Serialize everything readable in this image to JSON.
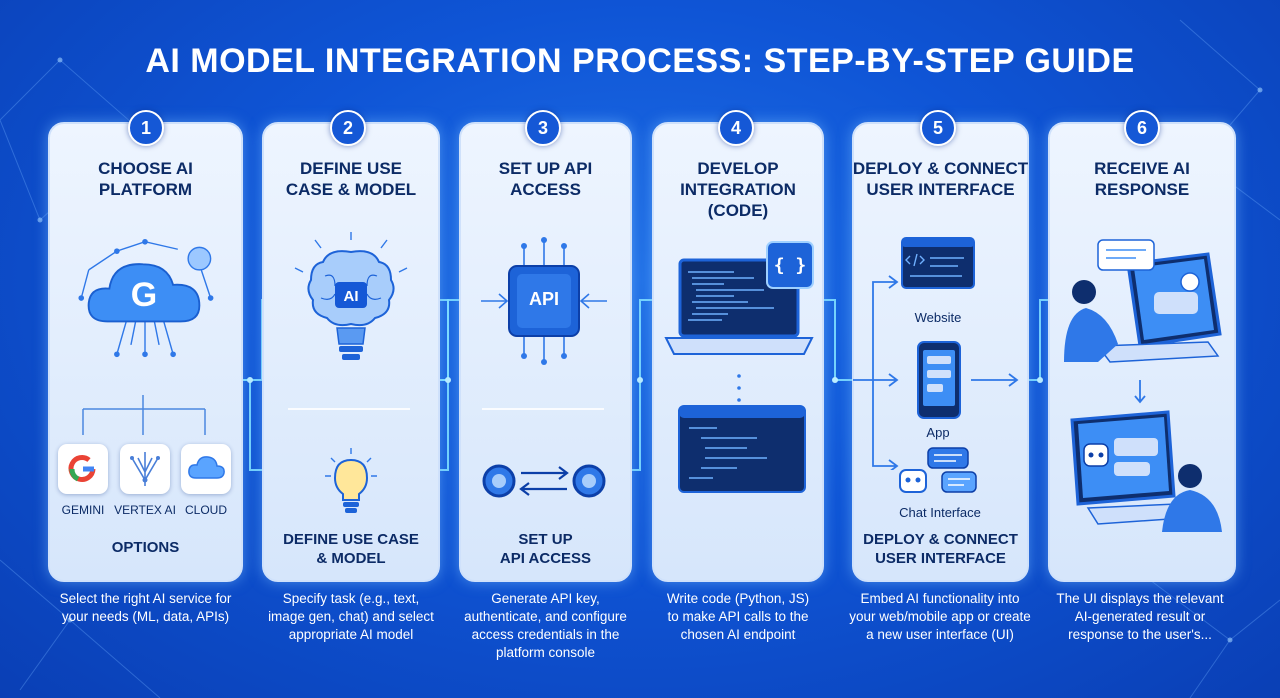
{
  "title": "AI MODEL INTEGRATION PROCESS: STEP-BY-STEP GUIDE",
  "steps": [
    {
      "number": "1",
      "title_lines": [
        "CHOOSE AI",
        "PLATFORM"
      ],
      "hub_letter": "G",
      "options": [
        "GEMINI",
        "VERTEX AI",
        "CLOUD"
      ],
      "options_label": "OPTIONS",
      "desc_lines": [
        "Select the right AI service for",
        "your needs (ML, data, APIs)"
      ]
    },
    {
      "number": "2",
      "title_lines": [
        "DEFINE USE",
        "CASE & MODEL"
      ],
      "icon_text": "AI",
      "sub_lines": [
        "DEFINE USE CASE",
        "& MODEL"
      ],
      "desc_lines": [
        "Specify task (e.g., text,",
        "image gen, chat) and select",
        "appropriate AI model"
      ]
    },
    {
      "number": "3",
      "title_lines": [
        "SET UP API",
        "ACCESS"
      ],
      "icon_text": "API",
      "sub_lines": [
        "SET UP",
        "API ACCESS"
      ],
      "desc_lines": [
        "Generate API key,",
        "authenticate, and configure",
        "access credentials in the",
        "platform console"
      ]
    },
    {
      "number": "4",
      "title_lines": [
        "DEVELOP",
        "INTEGRATION",
        "(CODE)"
      ],
      "code_badge": "{ }",
      "desc_lines": [
        "Write code (Python, JS)",
        "to make API calls to the",
        "chosen AI endpoint"
      ]
    },
    {
      "number": "5",
      "title_lines": [
        "DEPLOY & CONNECT",
        "USER INTERFACE"
      ],
      "channels": [
        "Website",
        "App",
        "Chat Interface"
      ],
      "sub_lines": [
        "DEPLOY & CONNECT",
        "USER INTERFACE"
      ],
      "desc_lines": [
        "Embed AI functionality into",
        "your web/mobile app or create",
        "a new user interface (UI)"
      ]
    },
    {
      "number": "6",
      "title_lines": [
        "RECEIVE AI",
        "RESPONSE"
      ],
      "desc_lines": [
        "The UI displays the relevant",
        "AI-generated result or",
        "response to the user's..."
      ]
    }
  ],
  "colors": {
    "background": "#0f55d6",
    "card": "#e3eefc",
    "accent": "#1558d6",
    "glow": "#7fd3ff"
  }
}
